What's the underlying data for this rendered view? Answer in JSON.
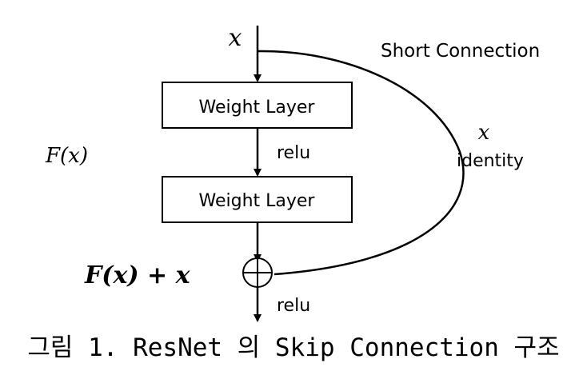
{
  "input_label": "x",
  "short_connection_label": "Short Connection",
  "layer1_label": "Weight Layer",
  "layer2_label": "Weight Layer",
  "relu1_label": "relu",
  "relu2_label": "relu",
  "fx_label": "F(x)",
  "identity_x_label": "x",
  "identity_label": "identity",
  "sum_label": "F(x) + x",
  "caption": "그림 1. ResNet 의 Skip Connection 구조"
}
